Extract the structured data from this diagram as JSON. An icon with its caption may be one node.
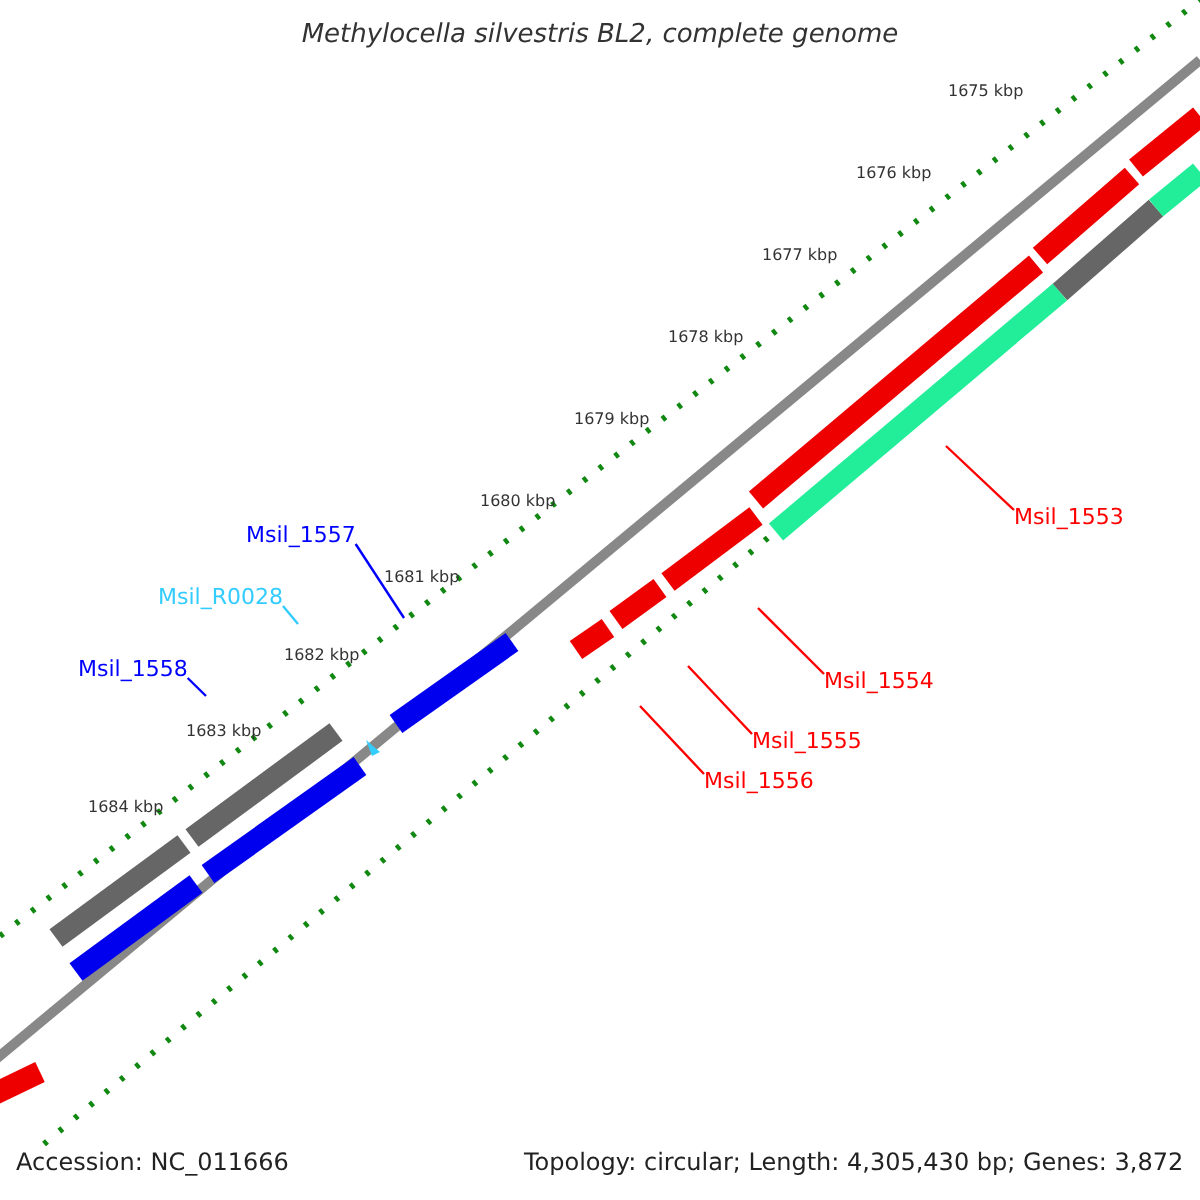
{
  "diagram": {
    "title": "Methylocella silvestris BL2, complete genome",
    "nodes": [
      {
        "text": [
          "Msil_1557"
        ]
      },
      {
        "text": [
          "Msil_R0028"
        ]
      },
      {
        "text": [
          "Msil_1558"
        ]
      },
      {
        "text": [
          "Msil_1553"
        ]
      },
      {
        "text": [
          "Msil_1554"
        ]
      },
      {
        "text": [
          "Msil_1555"
        ]
      },
      {
        "text": [
          "Msil_1556"
        ]
      }
    ],
    "edges": [
      {
        "from": 0,
        "to": null,
        "arrow": "none",
        "color": "#0000ff"
      },
      {
        "from": 1,
        "to": null,
        "arrow": "none",
        "color": "#33ccff"
      },
      {
        "from": 2,
        "to": null,
        "arrow": "none",
        "color": "#0000ff"
      },
      {
        "from": 3,
        "to": null,
        "arrow": "none"
      },
      {
        "from": 4,
        "to": null,
        "arrow": "none"
      },
      {
        "from": 5,
        "to": null,
        "arrow": "none"
      },
      {
        "from": 6,
        "to": null,
        "arrow": "none"
      }
    ],
    "labels": [
      "1675 kbp",
      "1676 kbp",
      "1677 kbp",
      "1678 kbp",
      "1679 kbp",
      "1680 kbp",
      "1681 kbp",
      "1682 kbp",
      "1683 kbp",
      "1684 kbp",
      "Accession: NC_011666",
      "Topology: circular; Length: 4,305,430 bp; Genes: 3,872"
    ]
  }
}
